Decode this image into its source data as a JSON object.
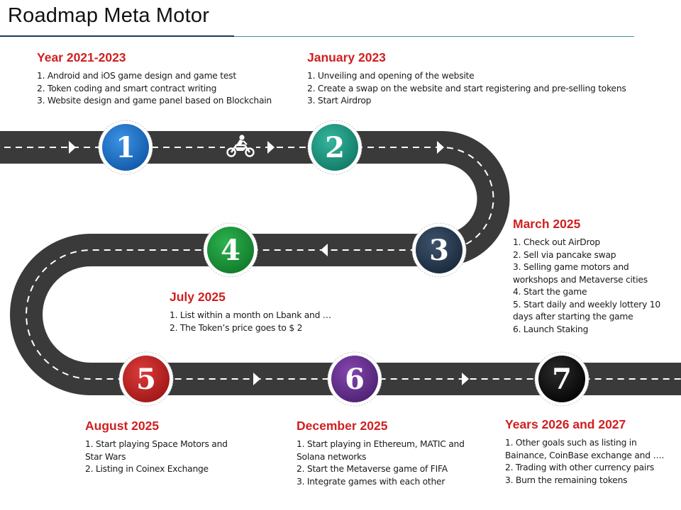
{
  "page": {
    "title": "Roadmap Meta Motor"
  },
  "colors": {
    "road": "#3a3a3a",
    "heading": "#d11f1f",
    "title_rule": "#1f3a5a",
    "milestone_1": "#1f72c8",
    "milestone_2": "#1e9e86",
    "milestone_3": "#2c3e54",
    "milestone_4": "#1a9b3a",
    "milestone_5": "#c82323",
    "milestone_6": "#6a3294",
    "milestone_7": "#141414"
  },
  "road_icon": "motorcycle-rider-icon",
  "milestones": [
    {
      "number": "1",
      "heading": "Year 2021-2023",
      "items": [
        "1. Android and iOS game design and game test",
        "2. Token coding and smart contract writing",
        "3. Website design and game panel based on Blockchain"
      ]
    },
    {
      "number": "2",
      "heading": "January 2023",
      "items": [
        "1. Unveiling and opening of the website",
        "2. Create a  swap on the website and start registering and pre-selling tokens",
        "3. Start Airdrop"
      ]
    },
    {
      "number": "3",
      "heading": "March 2025",
      "items": [
        "1. Check out AirDrop",
        "2. Sell via pancake swap",
        "3. Selling game motors and workshops and Metaverse cities",
        "4. Start the game",
        "5. Start daily and weekly lottery 10 days after starting the game",
        "6. Launch Staking"
      ]
    },
    {
      "number": "4",
      "heading": "July 2025",
      "items": [
        "1. List within a month on Lbank and …",
        "2. The Token’s price goes to  $ 2"
      ]
    },
    {
      "number": "5",
      "heading": "August 2025",
      "items": [
        "1. Start playing Space Motors and Star Wars",
        "2. Listing in Coinex Exchange"
      ]
    },
    {
      "number": "6",
      "heading": "December 2025",
      "items": [
        "1. Start playing in Ethereum, MATIC and Solana networks",
        "2. Start the Metaverse game of FIFA",
        "3. Integrate games with each other"
      ]
    },
    {
      "number": "7",
      "heading": "Years 2026 and 2027",
      "items": [
        "1. Other goals such as listing in Bainance, CoinBase exchange and ….",
        "2. Trading with other currency pairs",
        "3. Burn the remaining tokens"
      ]
    }
  ]
}
